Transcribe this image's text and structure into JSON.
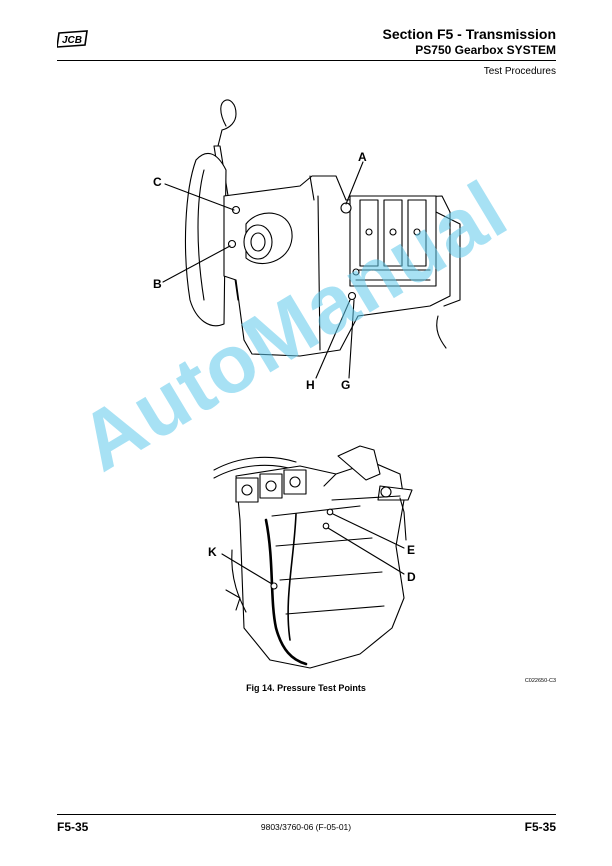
{
  "header": {
    "logo_text": "JCB",
    "section_title": "Section F5 - Transmission",
    "section_subtitle": "PS750 Gearbox SYSTEM",
    "subsection": "Test Procedures"
  },
  "figure": {
    "labels": {
      "A": "A",
      "B": "B",
      "C": "C",
      "D": "D",
      "E": "E",
      "G": "G",
      "H": "H",
      "K": "K"
    },
    "caption": "Fig 14. Pressure Test Points",
    "code": "C022650-C3"
  },
  "footer": {
    "left": "F5-35",
    "center": "9803/3760-06 (F-05-01)",
    "right": "F5-35"
  },
  "watermark": "AutoManual"
}
